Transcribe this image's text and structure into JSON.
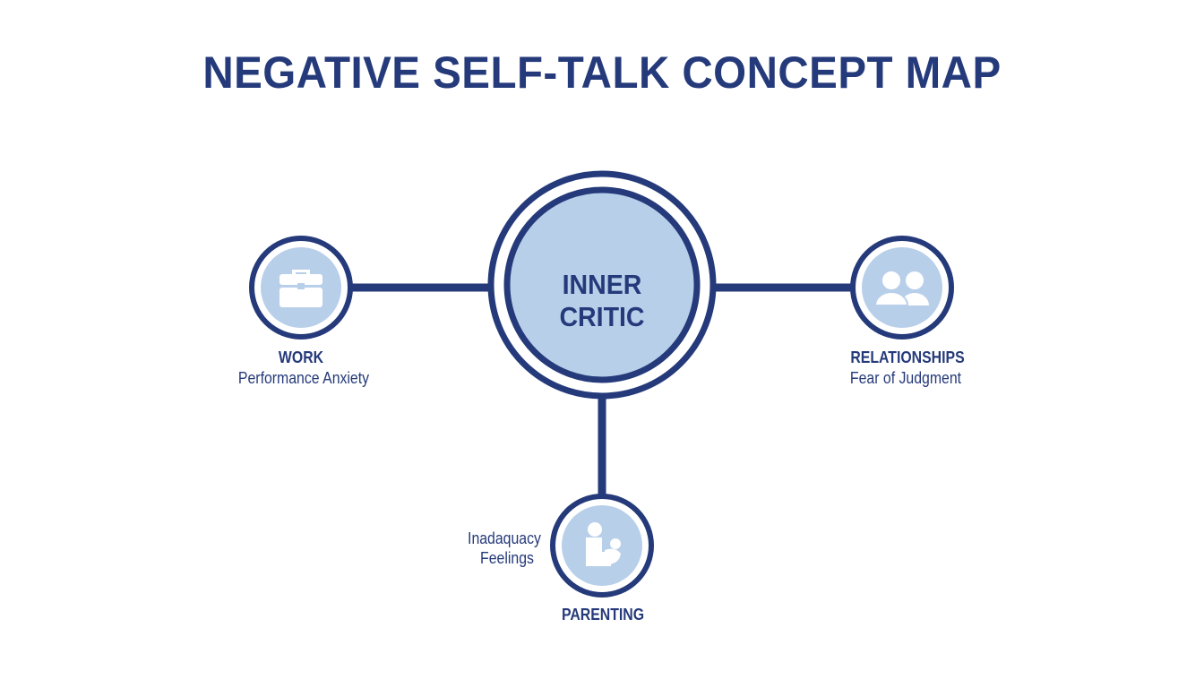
{
  "title": "NEGATIVE SELF-TALK CONCEPT MAP",
  "colors": {
    "navy": "#253a7a",
    "light_blue": "#b8cfea",
    "icon_white": "#ffffff",
    "background": "#ffffff"
  },
  "center": {
    "label": "INNER CRITIC"
  },
  "nodes": [
    {
      "id": "work",
      "title": "WORK",
      "subtitle": "Performance Anxiety",
      "icon": "briefcase-icon"
    },
    {
      "id": "relationships",
      "title": "RELATIONSHIPS",
      "subtitle": "Fear of Judgment",
      "icon": "people-icon"
    },
    {
      "id": "parenting",
      "title": "PARENTING",
      "subtitle_lines": [
        "Inadaquacy",
        "Feelings"
      ],
      "icon": "parent-child-icon"
    }
  ]
}
